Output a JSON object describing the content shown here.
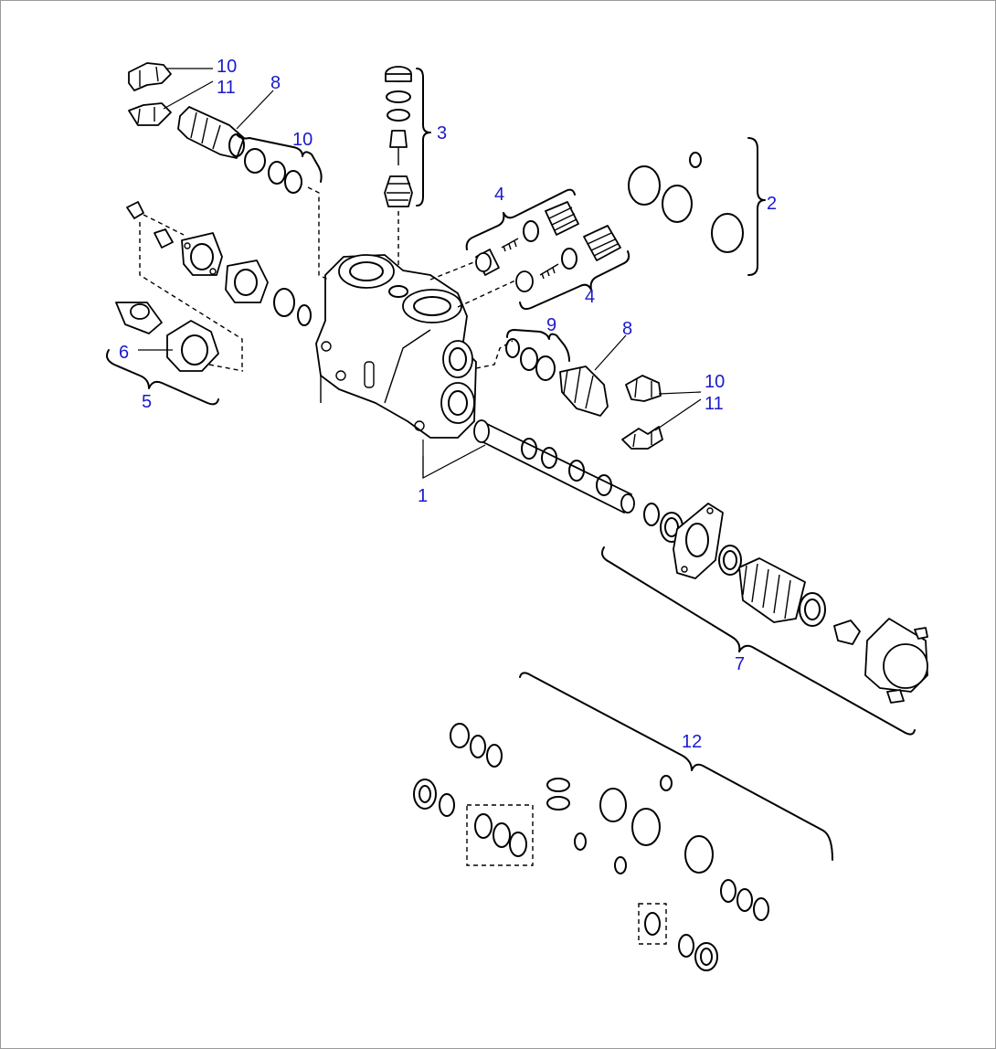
{
  "callouts": [
    {
      "id": "c1",
      "text": "1"
    },
    {
      "id": "c2",
      "text": "2"
    },
    {
      "id": "c3",
      "text": "3"
    },
    {
      "id": "c4a",
      "text": "4"
    },
    {
      "id": "c4b",
      "text": "4"
    },
    {
      "id": "c5",
      "text": "5"
    },
    {
      "id": "c6",
      "text": "6"
    },
    {
      "id": "c7",
      "text": "7"
    },
    {
      "id": "c8a",
      "text": "8"
    },
    {
      "id": "c8b",
      "text": "8"
    },
    {
      "id": "c9",
      "text": "9"
    },
    {
      "id": "c10a",
      "text": "10"
    },
    {
      "id": "c11a",
      "text": "11"
    },
    {
      "id": "c10b",
      "text": "10"
    },
    {
      "id": "c10c",
      "text": "10"
    },
    {
      "id": "c11b",
      "text": "11"
    },
    {
      "id": "c12",
      "text": "12"
    }
  ],
  "colors": {
    "callout": "#1a1acc",
    "line": "#000000",
    "frame": "#9a9a9a"
  }
}
